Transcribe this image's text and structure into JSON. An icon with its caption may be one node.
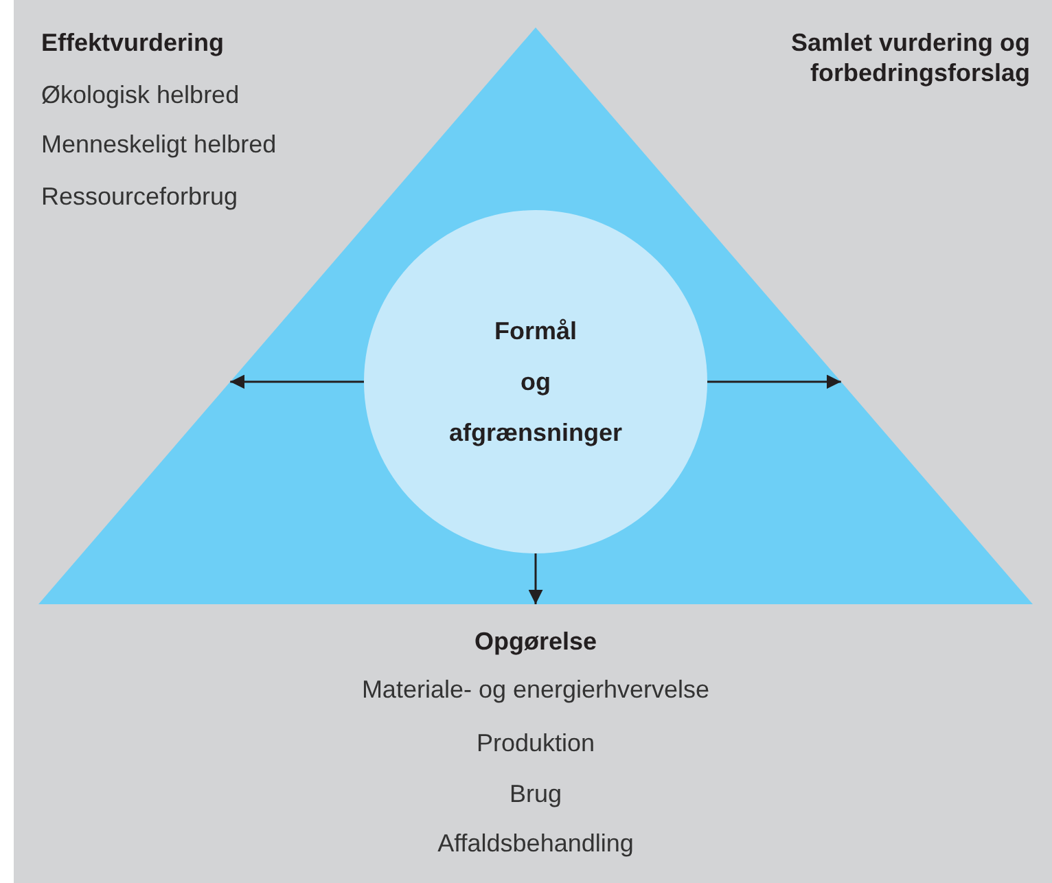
{
  "diagram": {
    "nodes": [
      {
        "text": [],
        "shape": "triangle"
      },
      {
        "text": [
          "Formål og afgrænsninger"
        ],
        "in": 0
      }
    ],
    "edges": [
      {
        "from": 1,
        "to": 0,
        "arrow": "to"
      },
      {
        "from": 1,
        "to": 0,
        "arrow": "to"
      },
      {
        "from": 1,
        "to": 0,
        "arrow": "to"
      }
    ],
    "labels": [
      "Effektvurdering",
      "Økologisk helbred",
      "Menneskeligt helbred",
      "Ressourceforbrug",
      "Samlet vurdering og forbedringsforslag",
      "Opgørelse",
      "Materiale- og energierhvervelse",
      "Produktion",
      "Brug",
      "Affaldsbehandling"
    ]
  }
}
